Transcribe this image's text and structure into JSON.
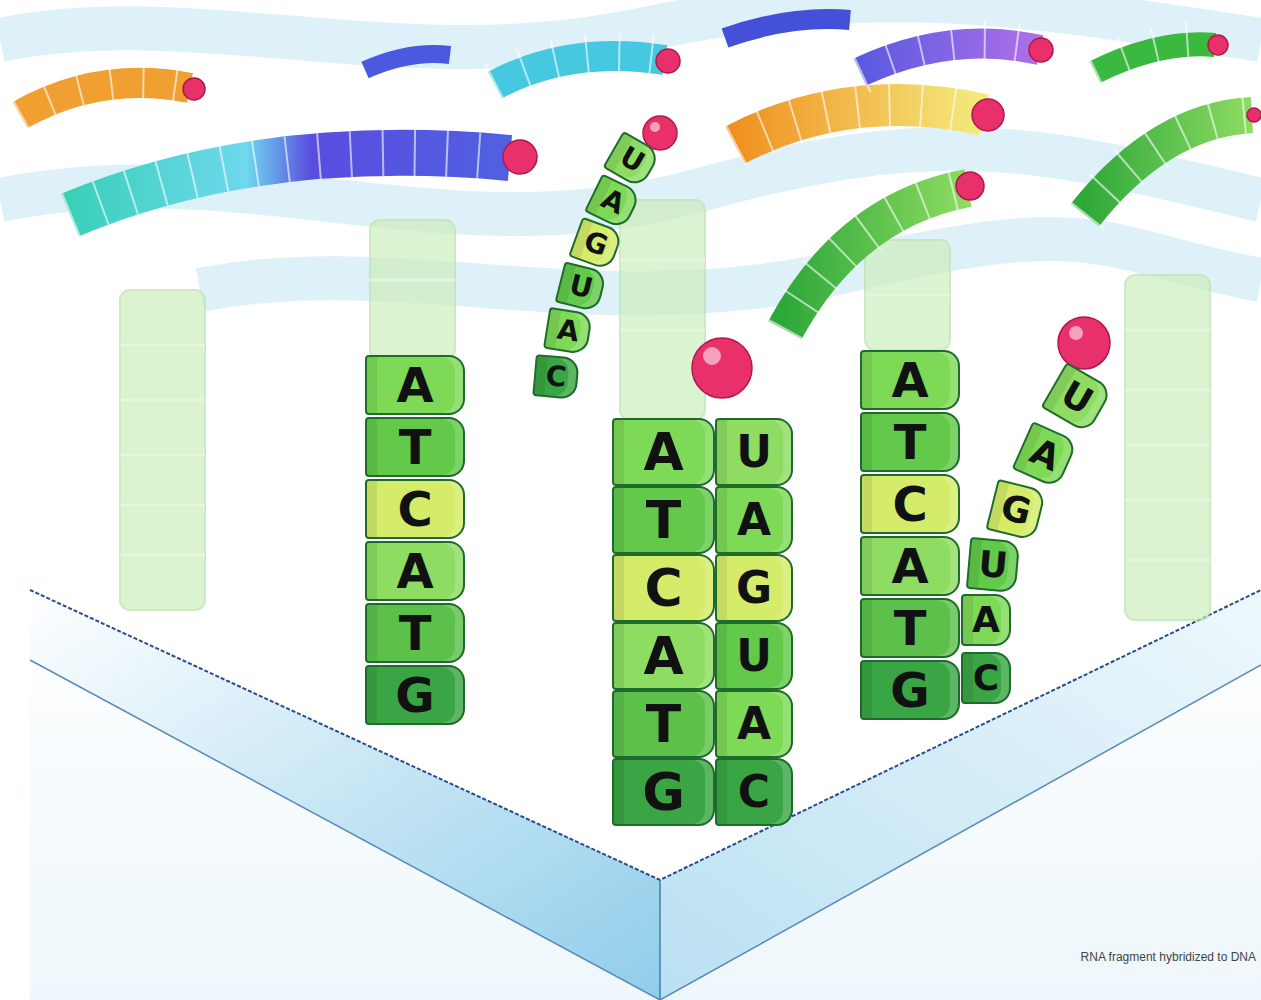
{
  "diagram": {
    "caption": "RNA fragment hybridized to DNA",
    "nodes": [
      {
        "text": [
          "U"
        ]
      },
      {
        "text": [
          "A"
        ]
      },
      {
        "text": [
          "G"
        ]
      },
      {
        "text": [
          "U"
        ]
      },
      {
        "text": [
          "A"
        ]
      },
      {
        "text": [
          "C"
        ]
      },
      {
        "text": [
          "A"
        ]
      },
      {
        "text": [
          "T"
        ]
      },
      {
        "text": [
          "C"
        ]
      },
      {
        "text": [
          "A"
        ]
      },
      {
        "text": [
          "T"
        ]
      },
      {
        "text": [
          "G"
        ]
      },
      {
        "text": [
          "A"
        ]
      },
      {
        "text": [
          "T"
        ]
      },
      {
        "text": [
          "C"
        ]
      },
      {
        "text": [
          "A"
        ]
      },
      {
        "text": [
          "T"
        ]
      },
      {
        "text": [
          "G"
        ]
      },
      {
        "text": [
          "U"
        ]
      },
      {
        "text": [
          "A"
        ]
      },
      {
        "text": [
          "G"
        ]
      },
      {
        "text": [
          "U"
        ]
      },
      {
        "text": [
          "A"
        ]
      },
      {
        "text": [
          "C"
        ]
      },
      {
        "text": [
          "A"
        ]
      },
      {
        "text": [
          "T"
        ]
      },
      {
        "text": [
          "C"
        ]
      },
      {
        "text": [
          "A"
        ]
      },
      {
        "text": [
          "T"
        ]
      },
      {
        "text": [
          "G"
        ]
      },
      {
        "text": [
          "U"
        ]
      },
      {
        "text": [
          "A"
        ]
      },
      {
        "text": [
          "G"
        ]
      },
      {
        "text": [
          "U"
        ]
      },
      {
        "text": [
          "A"
        ]
      },
      {
        "text": [
          "C"
        ]
      }
    ]
  }
}
